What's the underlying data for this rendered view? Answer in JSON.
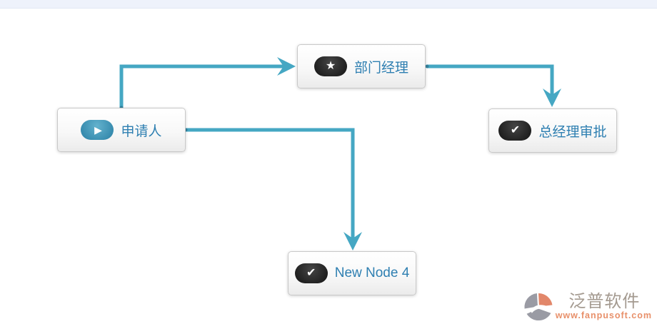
{
  "canvas": {
    "nodes": [
      {
        "id": "applicant",
        "label": "申请人",
        "icon": "play-icon",
        "glyph": "▶",
        "icon_bg": "#3f92b5"
      },
      {
        "id": "dept-manager",
        "label": "部门经理",
        "icon": "star-icon",
        "glyph": "★",
        "icon_bg": "#262626"
      },
      {
        "id": "gm-approval",
        "label": "总经理审批",
        "icon": "check-icon",
        "glyph": "✔",
        "icon_bg": "#262626"
      },
      {
        "id": "new-node-4",
        "label": "New Node 4",
        "icon": "check-icon",
        "glyph": "✔",
        "icon_bg": "#262626"
      }
    ],
    "connections": [
      {
        "from": "applicant",
        "to": "dept-manager"
      },
      {
        "from": "dept-manager",
        "to": "gm-approval"
      },
      {
        "from": "applicant",
        "to": "new-node-4"
      }
    ]
  },
  "watermark": {
    "brand": "泛普软件",
    "url": "www.fanpusoft.com"
  },
  "colors": {
    "connector": "#45a7c3",
    "connector_endpoint": "#35809c",
    "node_label": "#2e7fb1",
    "node_border": "#c9c9c9",
    "topbar_bg": "#eef2fb",
    "watermark_brand": "#a49a90",
    "watermark_url": "#e8906a",
    "logo_gray": "#8f909a",
    "logo_orange": "#dd7250"
  }
}
